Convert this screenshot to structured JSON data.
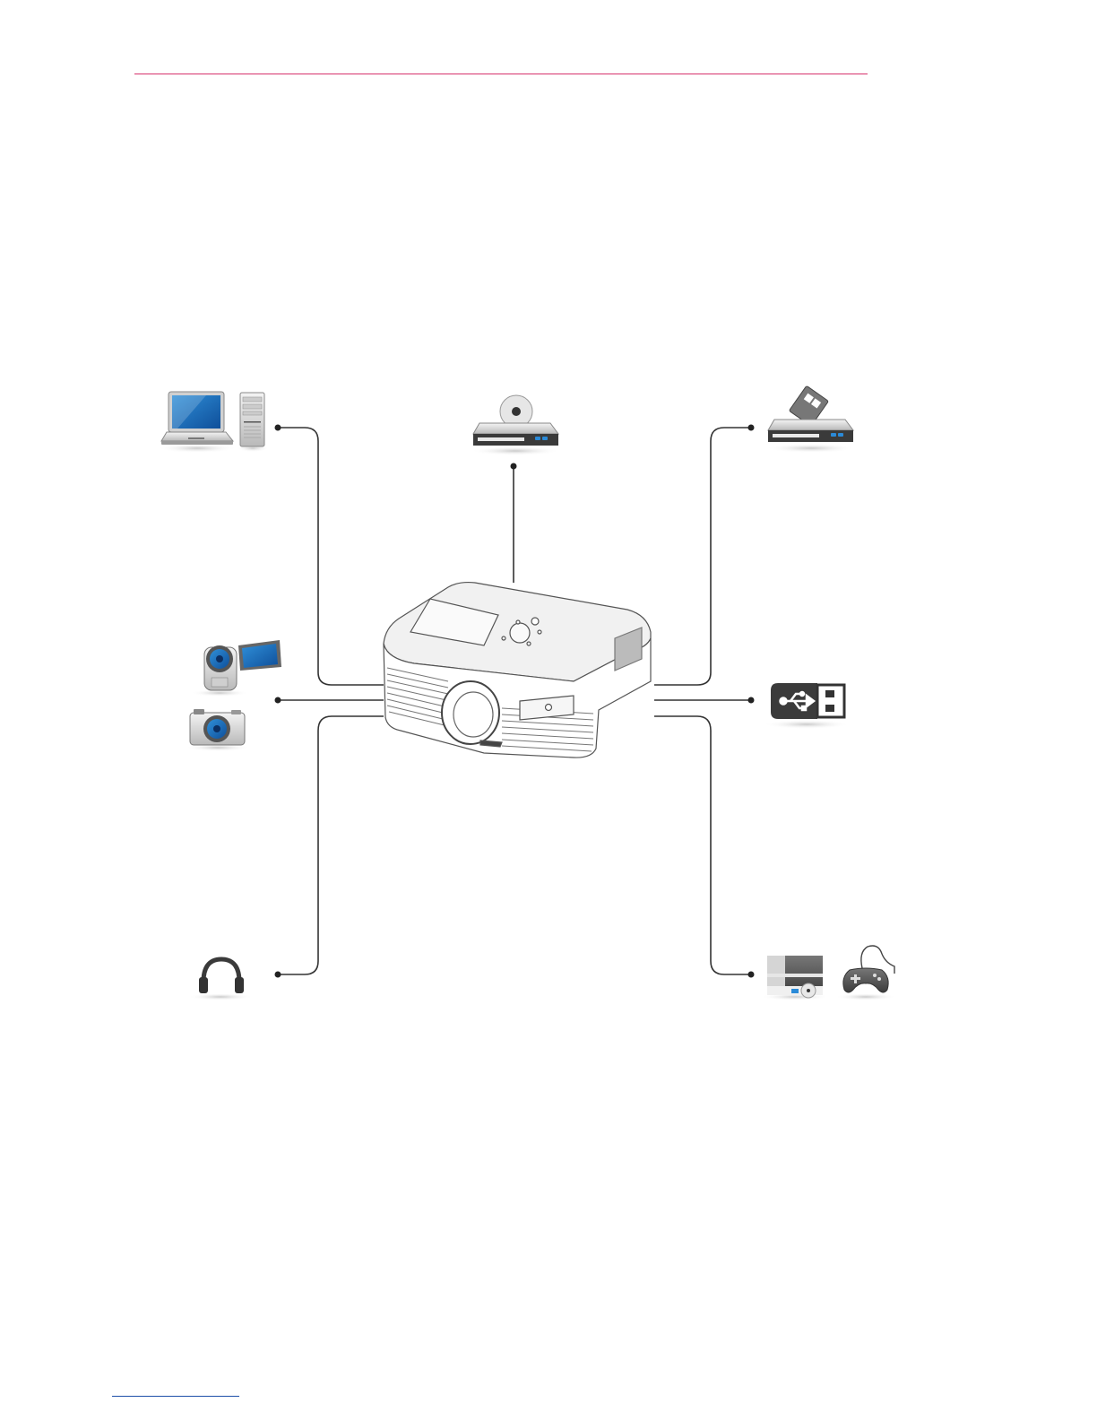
{
  "page": {
    "header_rule_color": "#d6336c",
    "footer_rule_color": "#1e4fa8"
  },
  "diagram": {
    "center_device": "projector",
    "connected_devices": [
      {
        "name": "laptop-icon",
        "group": "computer"
      },
      {
        "name": "desktop-tower-icon",
        "group": "computer"
      },
      {
        "name": "dvd-player-icon",
        "group": "disc-player"
      },
      {
        "name": "vcr-icon",
        "group": "tape-player"
      },
      {
        "name": "camcorder-icon",
        "group": "camera"
      },
      {
        "name": "digital-camera-icon",
        "group": "camera"
      },
      {
        "name": "usb-drive-icon",
        "group": "usb"
      },
      {
        "name": "headphones-icon",
        "group": "audio"
      },
      {
        "name": "set-top-box-icon",
        "group": "av-device"
      },
      {
        "name": "game-controller-icon",
        "group": "av-device"
      }
    ],
    "line_color": "#333333",
    "accent_color": "#1a73c9"
  }
}
